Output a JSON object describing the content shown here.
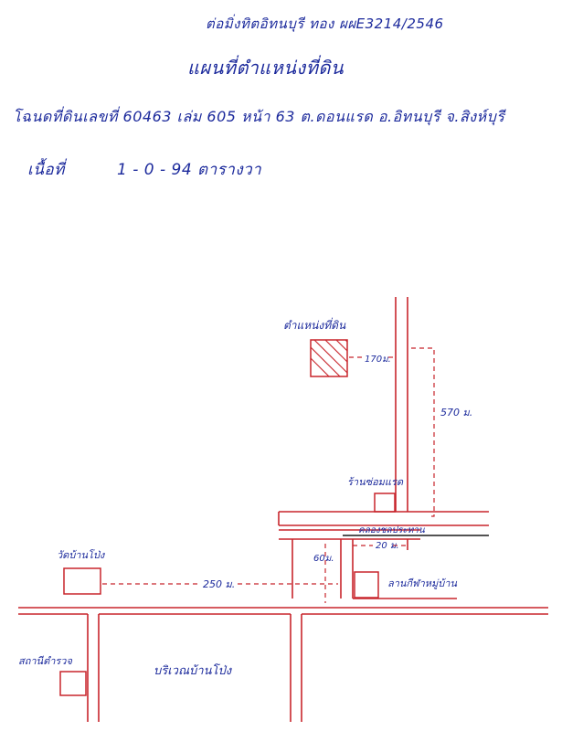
{
  "header": {
    "reference": "ต่อมิ่งทิตอิทนบุรี ทอง ผผE3214/2546",
    "title": "แผนที่ตำแหน่งที่ดิน",
    "deed": "โฉนดที่ดินเลขที่ 60463 เล่ม 605 หน้า 63 ต.ดอนแรด อ.อิทนบุรี จ.สิงห์บุรี",
    "area_label": "เนื้อที่",
    "area_value": "1 - 0 - 94 ตารางวา"
  },
  "map": {
    "parcel_label": "ตำแหน่งที่ดิน",
    "dist_170": "170ม.",
    "dist_570": "570 ม.",
    "shop_label": "ร้านซ่อมแรด",
    "canal_label": "คลองชลประทาน",
    "dist_20": "20 ม.",
    "dist_60": "60ม.",
    "school_label": "ลานกีฬาหมู่บ้าน",
    "temple_label": "วัดบ้านโป่ง",
    "dist_250": "250 ม.",
    "station_label": "สถานีตำรวจ",
    "market_label": "บริเวณบ้านโป่ง"
  }
}
